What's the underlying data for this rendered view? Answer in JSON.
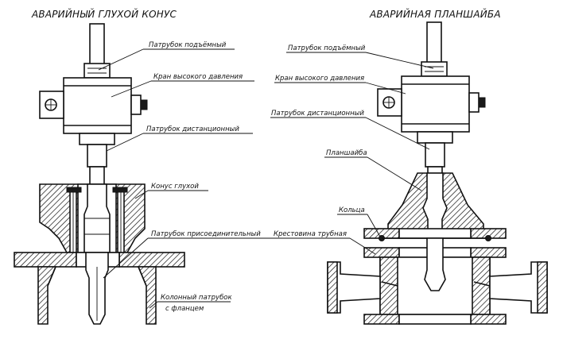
{
  "titles": {
    "left": "АВАРИЙНЫЙ ГЛУХОЙ КОНУС",
    "right": "АВАРИЙНАЯ ПЛАНШАЙБА"
  },
  "left_labels": {
    "lifting_pipe": "Патрубок подъёмный",
    "high_pressure_valve": "Кран высокого давления",
    "remote_pipe": "Патрубок дистанционный",
    "blind_cone": "Конус глухой",
    "connecting_pipe": "Патрубок присоединительный",
    "column_pipe_line1": "Колонный патрубок",
    "column_pipe_line2": "с фланцем"
  },
  "right_labels": {
    "lifting_pipe": "Патрубок подъёмный",
    "high_pressure_valve": "Кран высокого давления",
    "remote_pipe": "Патрубок дистанционный",
    "faceplate": "Планшайба",
    "rings": "Кольца",
    "cross_pipe": "Крестовина трубная"
  }
}
